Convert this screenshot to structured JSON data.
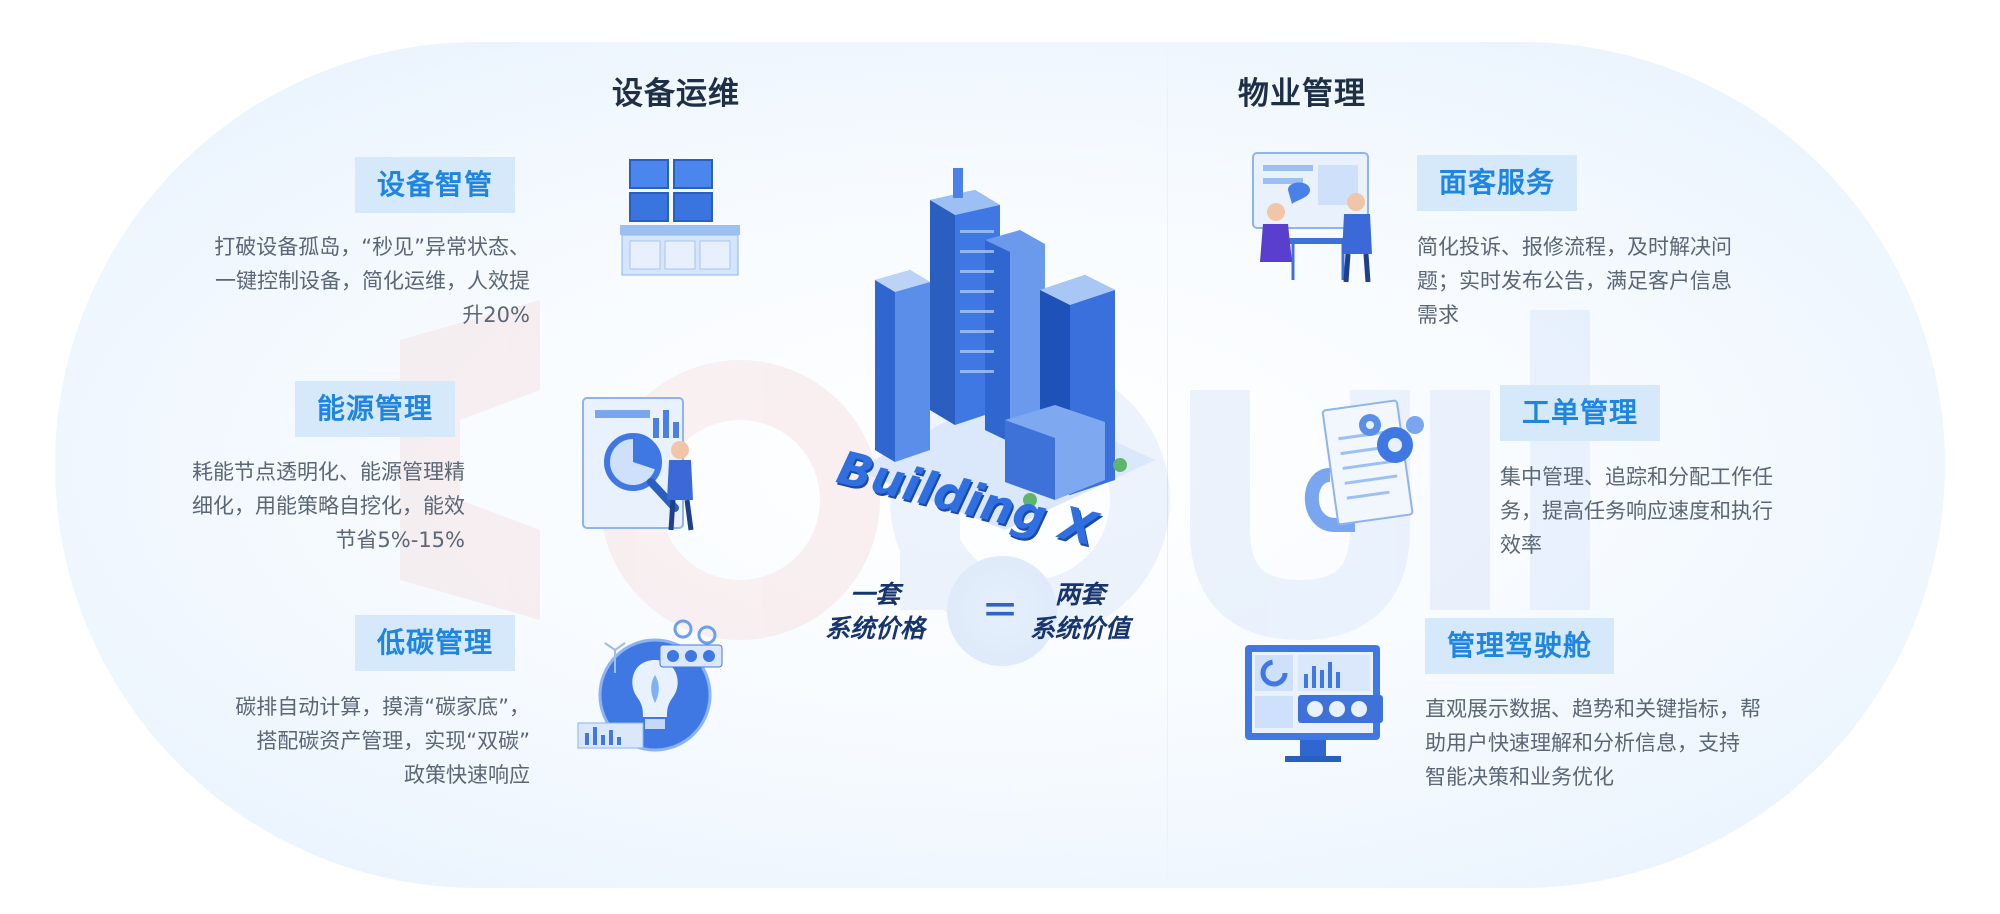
{
  "left_title": "设备运维",
  "right_title": "物业管理",
  "brand_label": "Building X",
  "equation": {
    "left_line1": "一套",
    "left_line2": "系统价格",
    "sign": "=",
    "right_line1": "两套",
    "right_line2": "系统价值"
  },
  "left_items": [
    {
      "tag": "设备智管",
      "lines": [
        "打破设备孤岛，“秒见”异常状态、",
        "一键控制设备，简化运维，人效提",
        "升20%"
      ]
    },
    {
      "tag": "能源管理",
      "lines": [
        "耗能节点透明化、能源管理精",
        "细化，用能策略自挖化，能效",
        "节省5%-15%"
      ]
    },
    {
      "tag": "低碳管理",
      "lines": [
        "碳排自动计算，摸清“碳家底”，",
        "搭配碳资产管理，实现“双碳”",
        "政策快速响应"
      ]
    }
  ],
  "right_items": [
    {
      "tag": "面客服务",
      "lines": [
        "简化投诉、报修流程，及时解决问",
        "题；实时发布公告，满足客户信息",
        "需求"
      ]
    },
    {
      "tag": "工单管理",
      "lines": [
        "集中管理、追踪和分配工作任",
        "务，提高任务响应速度和执行",
        "效率"
      ]
    },
    {
      "tag": "管理驾驶舱",
      "lines": [
        "直观展示数据、趋势和关键指标，帮",
        "助用户快速理解和分析信息，支持",
        "智能决策和业务优化"
      ]
    }
  ],
  "icons": {
    "monitor_wall": "monitor-wall-icon",
    "energy_magnifier": "energy-magnifier-icon",
    "lightbulb_globe": "lightbulb-globe-icon",
    "meeting_people": "customer-service-meeting-icon",
    "document_gears": "work-order-document-icon",
    "dashboard_screen": "dashboard-screen-icon",
    "buildings": "city-buildings-illustration"
  },
  "colors": {
    "tag_bg": "#d6e9fb",
    "tag_text": "#1e86e0",
    "title_text": "#1f2f46",
    "desc_text": "#5b6676",
    "accent_blue": "#2f6fe0",
    "dark_navy": "#16356f"
  }
}
